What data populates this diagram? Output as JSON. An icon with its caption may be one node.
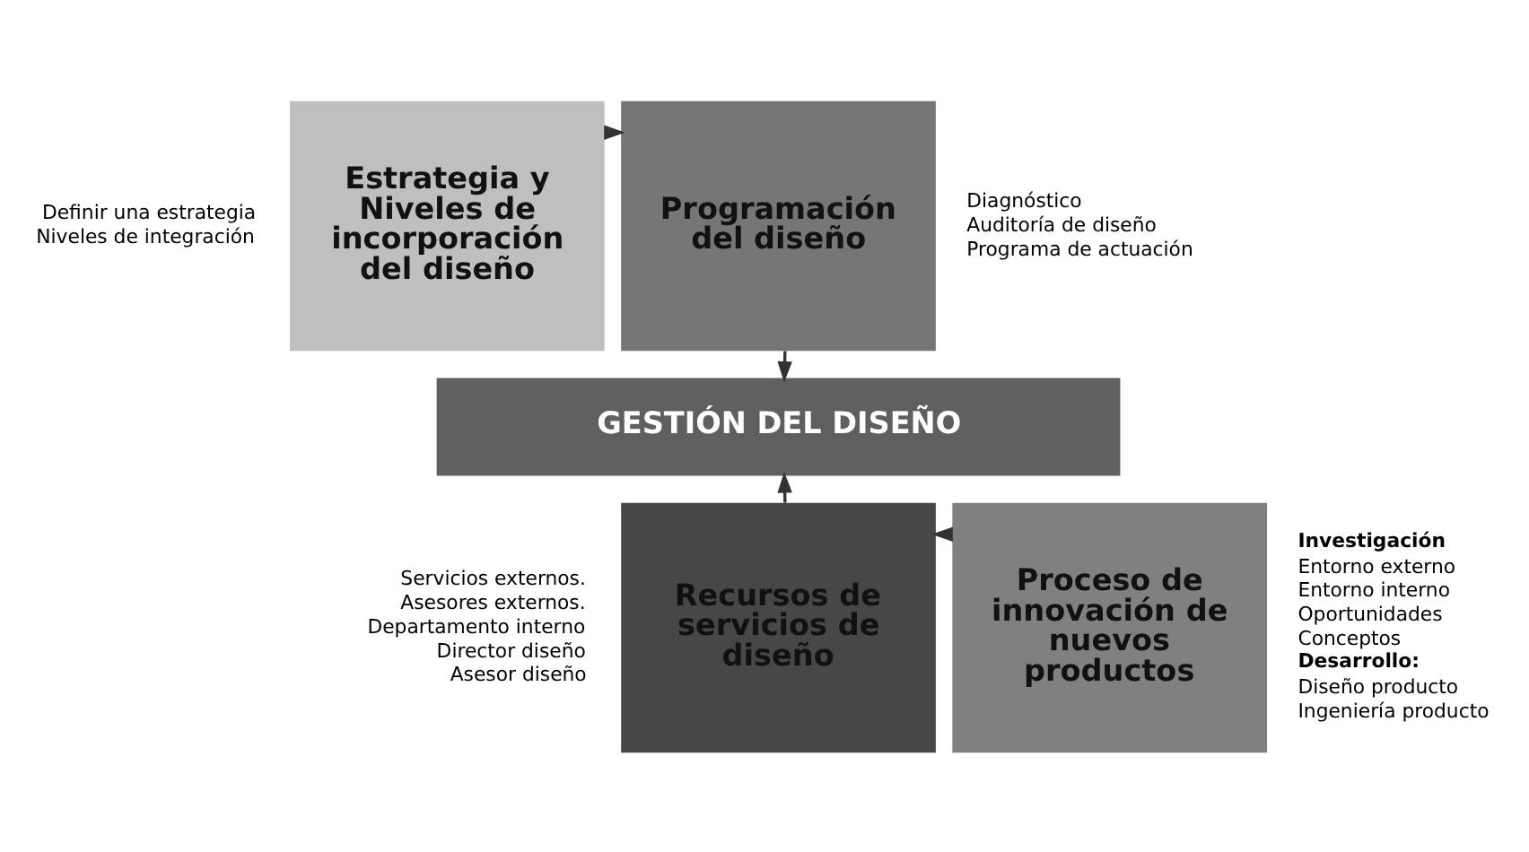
{
  "diagram": {
    "nodes": [
      {
        "text": [
          "Estrategia y Niveles de incorporación del diseño"
        ],
        "beside": [
          "Definir una estrategia",
          "Niveles de integración"
        ]
      },
      {
        "text": [
          "Programación del diseño"
        ],
        "beside": [
          "Diagnóstico",
          "Auditoría de diseño",
          "Programa de actuación"
        ]
      },
      {
        "text": [
          "GESTIÓN DEL DISEÑO"
        ]
      },
      {
        "text": [
          "Recursos de servicios de diseño"
        ],
        "beside": [
          "Servicios externos.",
          "Asesores externos.",
          "Departamento interno",
          "Director diseño",
          "Asesor diseño"
        ]
      },
      {
        "text": [
          "Proceso de innovación de nuevos productos"
        ],
        "beside": [
          "**Investigación**",
          "Entorno externo",
          "Entorno interno",
          "Oportunidades",
          "Conceptos",
          "**Desarrollo:**",
          "Diseño producto",
          "Ingeniería producto"
        ]
      }
    ],
    "edges": [
      {
        "from": 0,
        "to": 1,
        "arrow": "to"
      },
      {
        "from": 1,
        "to": 2,
        "arrow": "to"
      },
      {
        "from": 4,
        "to": 3,
        "arrow": "to"
      },
      {
        "from": 3,
        "to": 2,
        "arrow": "to"
      }
    ]
  }
}
